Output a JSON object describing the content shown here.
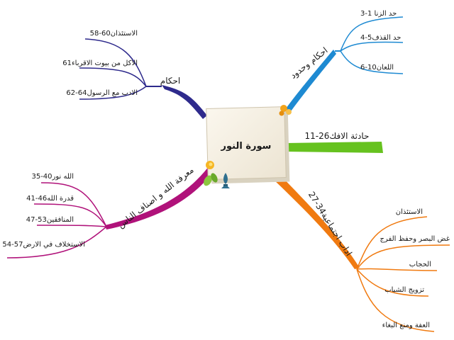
{
  "central": {
    "title": "سورة النور"
  },
  "branches": {
    "top_left": {
      "label": "احكام",
      "color": "#2e2a8c",
      "items": [
        "58-60الاستئذان",
        "61الاكل من بيوت الاقرباء",
        "62-64الادب مع الرسول"
      ]
    },
    "top_right": {
      "label": "احكام وحدود",
      "color": "#1e8ad2",
      "items": [
        "حد الزنا 1-3",
        "4-5حد القذف",
        "6-10اللعان"
      ]
    },
    "middle_right": {
      "label": "11-26حادثة الافك",
      "color": "#66c21f"
    },
    "bottom_left": {
      "label": "معرفة الله و اصناف الناس",
      "color": "#b0127a",
      "items": [
        "35-40الله نور",
        "41-46قدرة الله",
        "47-53المنافقين",
        "54-57الاستخلاف في الارض"
      ]
    },
    "bottom_right": {
      "label": "27-34اداب اجتماعية",
      "color": "#f07a10",
      "items": [
        "الاستئذان",
        "غض البصر وحفظ الفرج",
        "الحجاب",
        "تزويج الشباب",
        "العفة ومنع البغاء"
      ]
    }
  }
}
